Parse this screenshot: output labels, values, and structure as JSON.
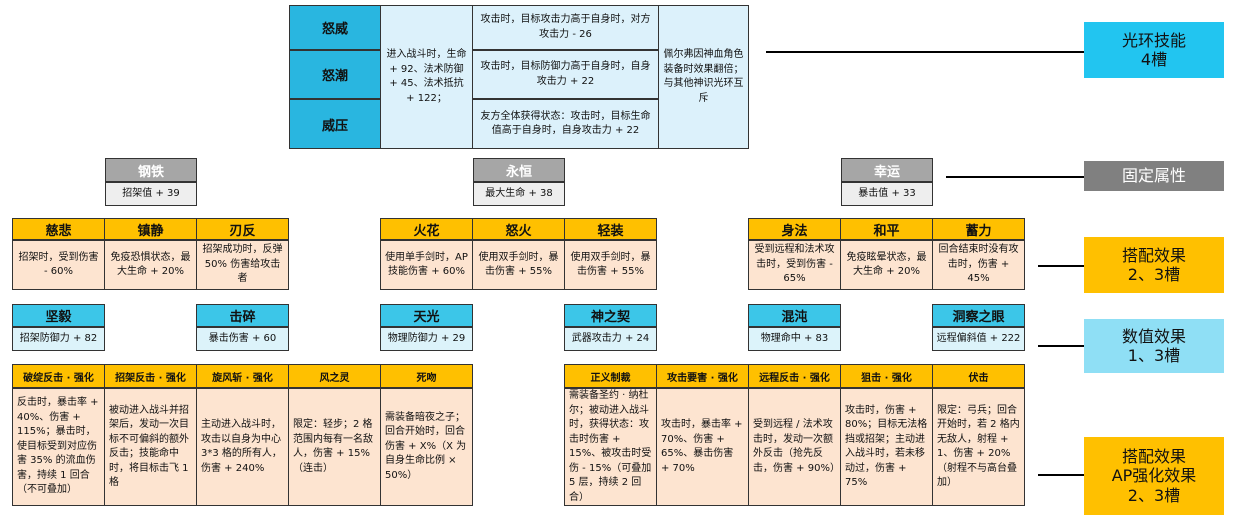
{
  "top": {
    "skills": [
      "怒威",
      "怒潮",
      "威压"
    ],
    "common": "进入战斗时，生命 + 92、法术防御 + 45、法术抵抗 + 122；",
    "effects": [
      "攻击时，目标攻击力高于自身时，对方攻击力 - 26",
      "攻击时，目标防御力高于自身时，自身攻击力 + 22",
      "友方全体获得状态：攻击时，目标生命值高于自身时，自身攻击力 + 22"
    ],
    "note": "佩尔弗因神血角色装备时效果翻倍；与其他神识光环互斥"
  },
  "fixed": [
    {
      "name": "钢铁",
      "desc": "招架值 + 39"
    },
    {
      "name": "永恒",
      "desc": "最大生命 + 38"
    },
    {
      "name": "幸运",
      "desc": "暴击值 + 33"
    }
  ],
  "combo": [
    {
      "name": "慈悲",
      "desc": "招架时，受到伤害 - 60%"
    },
    {
      "name": "镇静",
      "desc": "免疫恐惧状态，最大生命 + 20%"
    },
    {
      "name": "刃反",
      "desc": "招架成功时，反弹 50% 伤害给攻击者"
    },
    {
      "name": "火花",
      "desc": "使用单手剑时，AP 技能伤害 + 60%"
    },
    {
      "name": "怒火",
      "desc": "使用双手剑时，暴击伤害 + 55%"
    },
    {
      "name": "轻装",
      "desc": "使用双手剑时，暴击伤害 + 55%"
    },
    {
      "name": "身法",
      "desc": "受到远程和法术攻击时，受到伤害 - 65%"
    },
    {
      "name": "和平",
      "desc": "免疫眩晕状态，最大生命 + 20%"
    },
    {
      "name": "蓄力",
      "desc": "回合结束时没有攻击时，伤害 + 45%"
    }
  ],
  "numeric": [
    {
      "name": "坚毅",
      "desc": "招架防御力 + 82"
    },
    {
      "name": "击碎",
      "desc": "暴击伤害 + 60"
    },
    {
      "name": "天光",
      "desc": "物理防御力 + 29"
    },
    {
      "name": "神之契",
      "desc": "武器攻击力 + 24"
    },
    {
      "name": "混沌",
      "desc": "物理命中 + 83"
    },
    {
      "name": "洞察之眼",
      "desc": "远程偏斜值 + 222"
    }
  ],
  "ap": [
    {
      "name": "破绽反击 · 强化",
      "desc": "反击时，暴击率 + 40%、伤害 + 115%；暴击时，使目标受到对应伤害 35% 的流血伤害，持续 1 回合（不可叠加）"
    },
    {
      "name": "招架反击 · 强化",
      "desc": "被动进入战斗并招架后，发动一次目标不可偏斜的额外反击；技能命中时，将目标击飞 1 格"
    },
    {
      "name": "旋风斩 · 强化",
      "desc": "主动进入战斗时，攻击以自身为中心 3*3 格的所有人，伤害 + 240%"
    },
    {
      "name": "风之灵",
      "desc": "限定：轻步；2 格范围内每有一名敌人，伤害 + 15%（连击）"
    },
    {
      "name": "死吻",
      "desc": "需装备暗夜之子；回合开始时，回合伤害 + X%（X 为自身生命比例 × 50%）"
    },
    {
      "name": "正义制裁",
      "desc": "需装备圣约 · 纳杜尔；被动进入战斗时，获得状态：攻击时伤害 + 15%、被攻击时受伤 - 15%（可叠加 5 层，持续 2 回合）"
    },
    {
      "name": "攻击要害 · 强化",
      "desc": "攻击时，暴击率 + 70%、伤害 + 65%、暴击伤害 + 70%"
    },
    {
      "name": "远程反击 · 强化",
      "desc": "受到远程 / 法术攻击时，发动一次额外反击（抢先反击，伤害 + 90%）"
    },
    {
      "name": "狙击 · 强化",
      "desc": "攻击时，伤害 + 80%；目标无法格挡或招架；主动进入战斗时，若未移动过，伤害 + 75%"
    },
    {
      "name": "伏击",
      "desc": "限定：弓兵；回合开始时，若 2 格内无敌人，射程 + 1、伤害 + 20%（射程不与高台叠加）"
    }
  ],
  "labels": {
    "aura": "光环技能\n4槽",
    "fixed": "固定属性",
    "combo": "搭配效果\n2、3槽",
    "numeric": "数值效果\n1、3槽",
    "ap": "搭配效果\nAP强化效果\n2、3槽"
  },
  "colors": {
    "aura_header": "#29b6e0",
    "aura_body": "#dcf1fb",
    "fixed_header": "#a6a6a6",
    "combo_header": "#ffc000",
    "combo_body": "#fde4d0",
    "numeric_header": "#3cc6e8",
    "numeric_body": "#dcf3fa",
    "label_gray": "#808080"
  }
}
